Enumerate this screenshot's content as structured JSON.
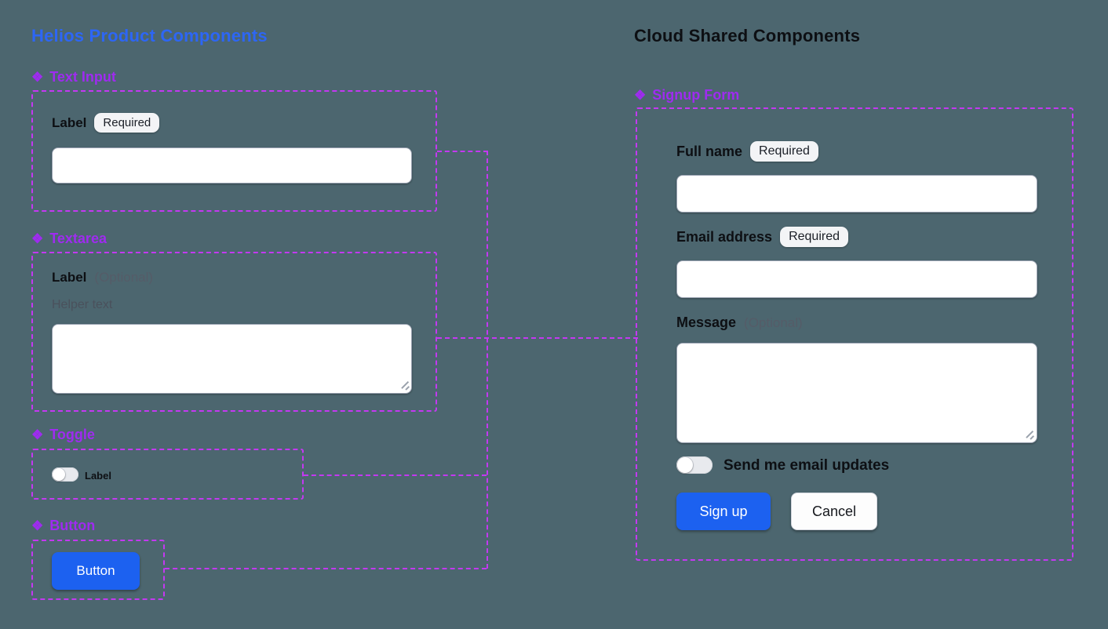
{
  "colors": {
    "background": "#4C666F",
    "connector_dash": "#C438F2",
    "section_label_purple": "#9F2BF0",
    "heading_blue": "#2D66F5",
    "heading_dark": "#0D0F13",
    "primary_button_blue": "#1C61F0",
    "badge_background": "#F3F4F6"
  },
  "icons": {
    "component_marker": "❖"
  },
  "helios": {
    "title": "Helios Product Components",
    "text_input": {
      "section": "Text Input",
      "label": "Label",
      "badge": "Required",
      "value": ""
    },
    "textarea": {
      "section": "Textarea",
      "label": "Label",
      "optional": "(Optional)",
      "helper": "Helper text",
      "value": ""
    },
    "toggle": {
      "section": "Toggle",
      "label": "Label",
      "state": "off"
    },
    "button": {
      "section": "Button",
      "text": "Button"
    }
  },
  "cloud": {
    "title": "Cloud Shared Components",
    "signup_form": {
      "section": "Signup Form",
      "full_name": {
        "label": "Full name",
        "badge": "Required",
        "value": ""
      },
      "email": {
        "label": "Email address",
        "badge": "Required",
        "value": ""
      },
      "message": {
        "label": "Message",
        "optional": "(Optional)",
        "value": ""
      },
      "email_updates_toggle": {
        "label": "Send me email updates",
        "state": "off"
      },
      "submit": "Sign up",
      "cancel": "Cancel"
    }
  }
}
